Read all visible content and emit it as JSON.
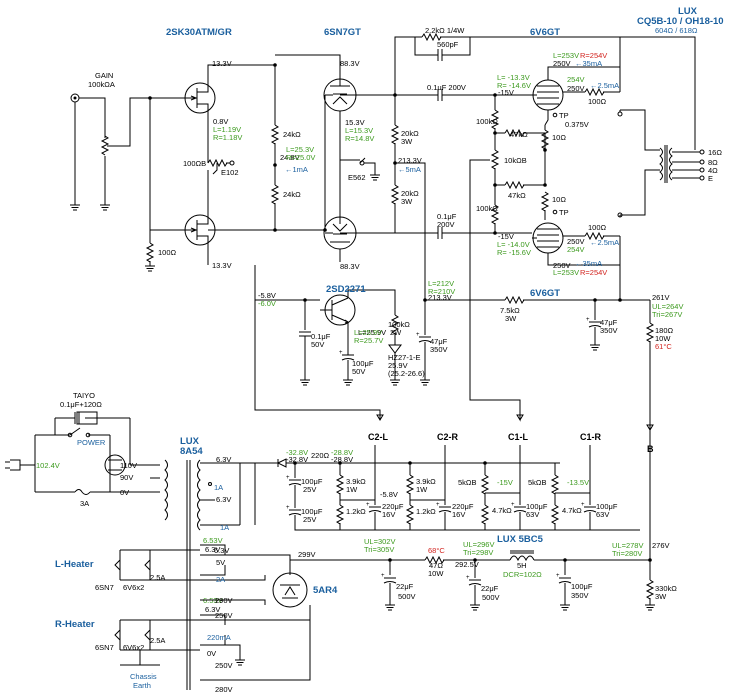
{
  "colors": {
    "wire": "#000000",
    "blue_label": "#1a5f9e",
    "green_label": "#3c9a1e",
    "red_label": "#d2231e",
    "wall": "#3c9a1e"
  },
  "headers": {
    "t1": "2SK30ATM/GR",
    "t2": "6SN7GT",
    "t3": "6V6GT",
    "lux1": "LUX",
    "lux1_model": "CQ5B-10 / OH18-10",
    "lux1_ohm": "604Ω / 618Ω",
    "q1": "2SD2271",
    "t4": "6V6GT",
    "lux2": "LUX",
    "lux2_model": "8A54",
    "choke": "LUX 5BC5",
    "rect": "5AR4",
    "lheater": "L-Heater",
    "rheater": "R-Heater"
  },
  "labels": {
    "gain": "GAIN",
    "gain_val": "100kΩA",
    "v13_3a": "13.3V",
    "v0_8": "0.8V",
    "l1_19": "L=1.19V",
    "r1_18": "R=1.18V",
    "pot100b": "100ΩB",
    "e102": "E102",
    "r100": "100Ω",
    "v13_3b": "13.3V",
    "r24ka": "24kΩ",
    "v24_8": "24.8V",
    "l25_3": "L=25.3V",
    "r25_0": "R=25.0V",
    "i1ma": "←1mA",
    "r24kb": "24kΩ",
    "v88_3a": "88.3V",
    "v15_3": "15.3V",
    "l15_3": "L=15.3V",
    "r14_8": "R=14.8V",
    "e562": "E562",
    "v88_3b": "88.3V",
    "r20ka": "20kΩ",
    "w3a": "3W",
    "v213_3": "213.3V",
    "i5ma": "←5mA",
    "r20kb": "20kΩ",
    "w3b": "3W",
    "r2_2k": "2.2kΩ 1/4W",
    "c560p": "560pF",
    "c01_200": "0.1μF 200V",
    "c01b": "0.1μF",
    "c01b_v": "200V",
    "r100ka": "100kΩ",
    "r47ka": "47kΩ",
    "r10kb": "10kΩB",
    "r47kb": "47kΩ",
    "r100kb": "100kΩ",
    "vm15a": "-15V",
    "lm13_3": "L= -13.3V",
    "rm14_6": "R= -14.6V",
    "vm15b": "-15V",
    "lm14_0": "L= -14.0V",
    "rm15_6": "R= -15.6V",
    "vp_a1": "L=253V",
    "vp_a2": "R=254V",
    "vp_a3": "250V",
    "vp_a4": "←35mA",
    "vg_a1": "254V",
    "vg_a2": "250V",
    "i2_5a": "←2.5mA",
    "r100a": "100Ω",
    "r10a": "10Ω",
    "tp_a": "TP",
    "v0_375": "0.375V",
    "r10b": "10Ω",
    "tp_b": "TP",
    "vg_b1": "250V",
    "vg_b2": "254V",
    "i2_5b": "←2.5mA",
    "r100b2": "100Ω",
    "vp_b1": "250V",
    "vp_b2": "←35mA",
    "vp_b3": "L=253V",
    "vp_b4": "R=254V",
    "o16": "16Ω",
    "o8": "8Ω",
    "o4": "4Ω",
    "oe": "E",
    "vm5_8": "-5.8V",
    "vm6_0": "-6.0V",
    "c01c": "0.1μF",
    "c01c_v": "50V",
    "l25_9": "L=25.9V",
    "r25_7": "R=25.7V",
    "r100k_2w": "100kΩ",
    "w2": "2W",
    "c100u": "100μF",
    "c100u_v": "50V",
    "hz": "HZ27-1-E",
    "hz_v": "25.9V",
    "hz_r": "(25.2-26.6)",
    "l212": "L=212V",
    "r210": "R=210V",
    "v213_3b": "213.3V",
    "c47a": "47μF",
    "c47a_v": "350V",
    "r7_5k": "7.5kΩ",
    "w3c": "3W",
    "c47b": "47μF",
    "c47b_v": "350V",
    "v261": "261V",
    "ul264": "UL=264V",
    "tri267": "Tri=267V",
    "r180": "180Ω",
    "w10": "10W",
    "t61": "61°C",
    "taiyo": "TAIYO",
    "taiyo_v": "0.1μF+120Ω",
    "power": "POWER",
    "fuse": "3A",
    "v102": "102.4V",
    "v110": "110V",
    "v90": "90V",
    "v0": "0V",
    "v6_3a": "6.3V",
    "a1a": "1A",
    "v6_3b": "6.3V",
    "a1b": "1A",
    "vm32_8a": "-32.8V",
    "vm28_8a": "-28.8V",
    "vm32_8b": "-32.8V",
    "r220": "220Ω",
    "vm28_8b": "-28.8V",
    "c100u25a": "100μF",
    "c100u25a_v": "25V",
    "c100u25b": "100μF",
    "c100u25b_v": "25V",
    "r3_9ka": "3.9kΩ",
    "w1a": "1W",
    "r1_2ka": "1.2kΩ",
    "vm5_8b": "-5.8V",
    "c220a": "220μF",
    "c220a_v": "16V",
    "r3_9kb": "3.9kΩ",
    "w1b": "1W",
    "r1_2kb": "1.2kΩ",
    "c220b": "220μF",
    "c220b_v": "16V",
    "r5kb_a": "5kΩB",
    "vm15c": "-15V",
    "r4_7ka": "4.7kΩ",
    "c100u63a": "100μF",
    "c100u63a_v": "63V",
    "r5kb_b": "5kΩB",
    "vm13_5": "-13.5V",
    "r4_7kb": "4.7kΩ",
    "c100u63b": "100μF",
    "c100u63b_v": "63V",
    "c2l": "C2-L",
    "c2r": "C2-R",
    "c1l": "C1-L",
    "c1r": "C1-R",
    "b": "B",
    "h6_53a": "6.53V",
    "h6_3a": "6.3V",
    "h6sn7a": "6SN7",
    "h6v6a": "6V6x2",
    "h2_5a": "2.5A",
    "h6_53b": "6.53V",
    "h6_3b": "6.3V",
    "h6sn7b": "6SN7",
    "h6v6b": "6V6x2",
    "h2_5b": "2.5A",
    "v6_3c": "6.3V",
    "v5": "5V",
    "a2": "2A",
    "v299": "299V",
    "ul302": "UL=302V",
    "tri305": "Tri=305V",
    "t68": "68°C",
    "r47": "47Ω",
    "w10b": "10W",
    "c22a": "22μF",
    "c22a_v": "500V",
    "v292_5": "292.5V",
    "ul296": "UL=296V",
    "tri298": "Tri=298V",
    "c22b": "22μF",
    "c22b_v": "500V",
    "l5h": "5H",
    "dcr": "DCR=102Ω",
    "c100u350": "100μF",
    "c100u350_v": "350V",
    "ul278": "UL=278V",
    "tri280": "Tri=280V",
    "v276": "276V",
    "r330k": "330kΩ",
    "w3d": "3W",
    "v290": "290V",
    "v250": "250V",
    "ma220": "220mA",
    "v0b": "0V",
    "v250b": "250V",
    "v280": "280V",
    "earth": "Chassis",
    "earth2": "Earth"
  }
}
